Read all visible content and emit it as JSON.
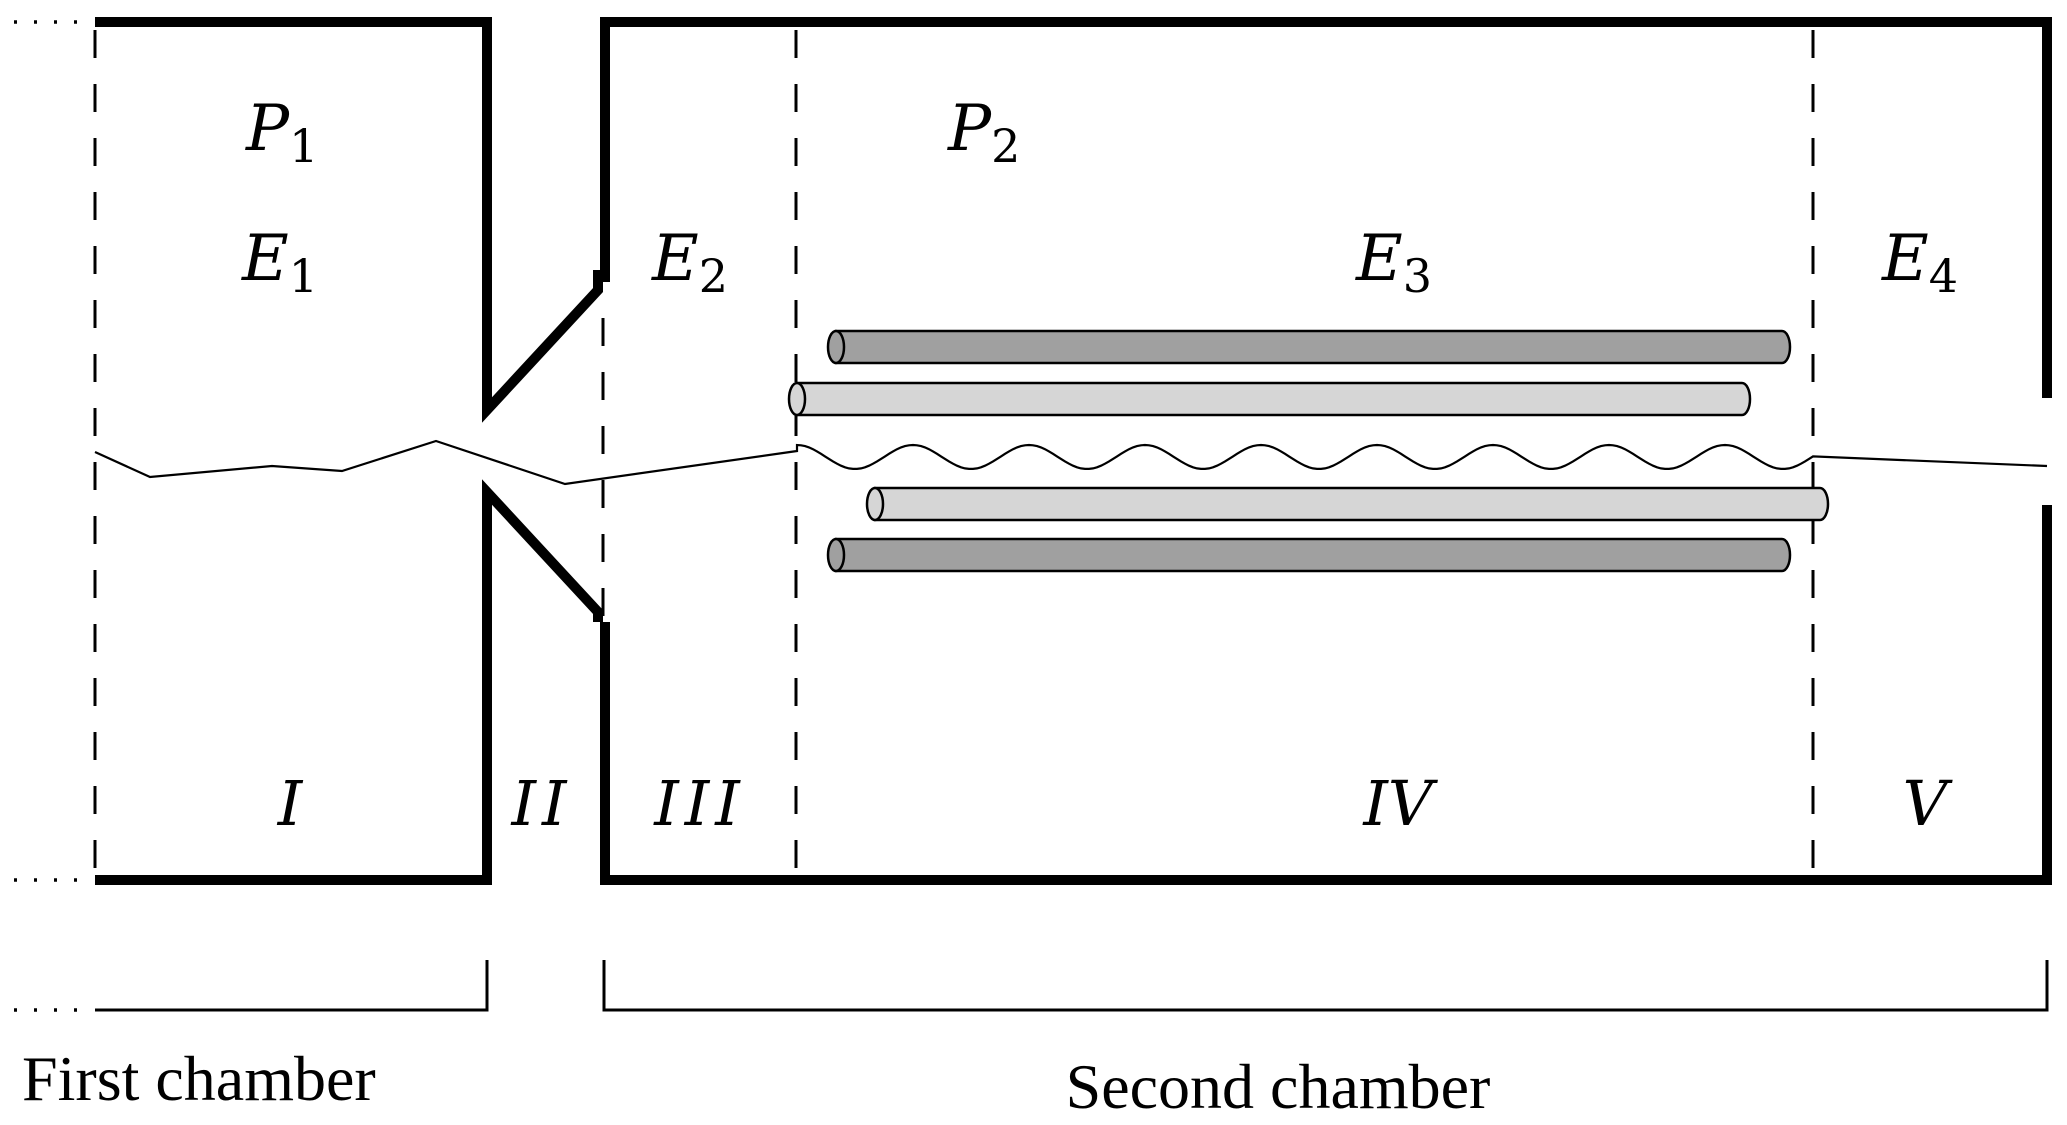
{
  "diagram": {
    "title": "Two-chamber ion optics schematic",
    "colors": {
      "wall": "#000000",
      "rod_dark": "#a0a0a0",
      "rod_light": "#d6d6d6",
      "background": "#ffffff"
    },
    "quantities": [
      {
        "id": "P1",
        "symbol": "P",
        "sub": "1",
        "region": "first chamber"
      },
      {
        "id": "E1",
        "symbol": "E",
        "sub": "1",
        "region": "I"
      },
      {
        "id": "P2",
        "symbol": "P",
        "sub": "2",
        "region": "second chamber"
      },
      {
        "id": "E2",
        "symbol": "E",
        "sub": "2",
        "region": "III"
      },
      {
        "id": "E3",
        "symbol": "E",
        "sub": "3",
        "region": "IV"
      },
      {
        "id": "E4",
        "symbol": "E",
        "sub": "4",
        "region": "V"
      }
    ],
    "regions": [
      "I",
      "II",
      "III",
      "IV",
      "V"
    ],
    "chambers": [
      "First chamber",
      "Second chamber"
    ],
    "rods": [
      {
        "name": "upper-outer-rod",
        "shade": "dark"
      },
      {
        "name": "upper-inner-rod",
        "shade": "light"
      },
      {
        "name": "lower-inner-rod",
        "shade": "light"
      },
      {
        "name": "lower-outer-rod",
        "shade": "dark"
      }
    ]
  }
}
